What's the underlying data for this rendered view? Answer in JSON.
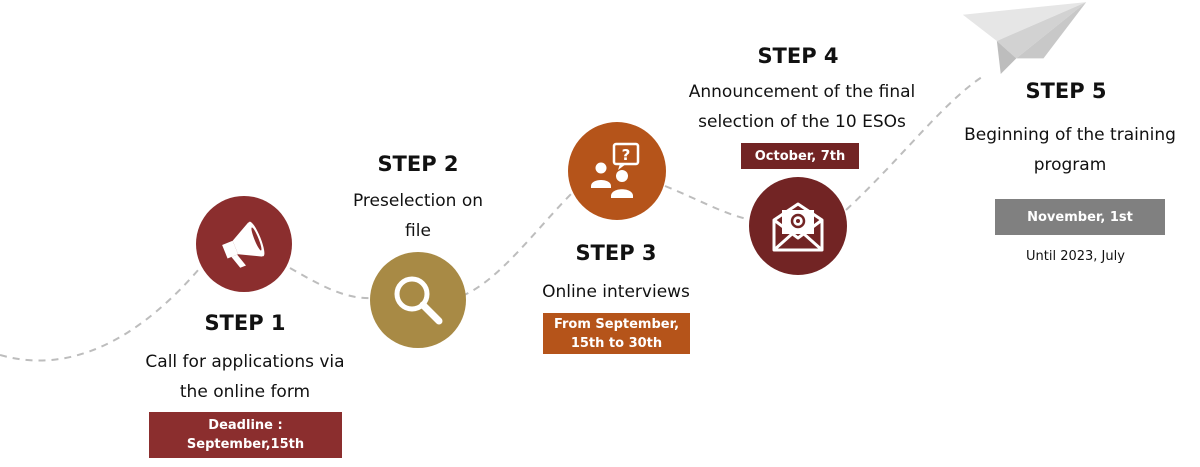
{
  "colors": {
    "step1": "#8B2E2E",
    "step2": "#A88A45",
    "step3": "#B5541A",
    "step4": "#722424",
    "step5_badge": "#808080",
    "path": "#BDBDBD"
  },
  "steps": [
    {
      "title": "STEP 1",
      "description": "Call for applications via the online form",
      "date": "Deadline : September,15th",
      "icon": "megaphone-icon"
    },
    {
      "title": "STEP 2",
      "description": "Preselection on file",
      "icon": "magnifier-icon"
    },
    {
      "title": "STEP 3",
      "description": "Online interviews",
      "date": "From September, 15th to 30th",
      "icon": "people-question-icon"
    },
    {
      "title": "STEP 4",
      "description": "Announcement of the final selection of the 10 ESOs",
      "date": "October, 7th",
      "icon": "envelope-at-icon"
    },
    {
      "title": "STEP 5",
      "description": "Beginning of the training program",
      "date": "November, 1st",
      "note": "Until 2023, July",
      "icon": "paper-plane-icon"
    }
  ]
}
